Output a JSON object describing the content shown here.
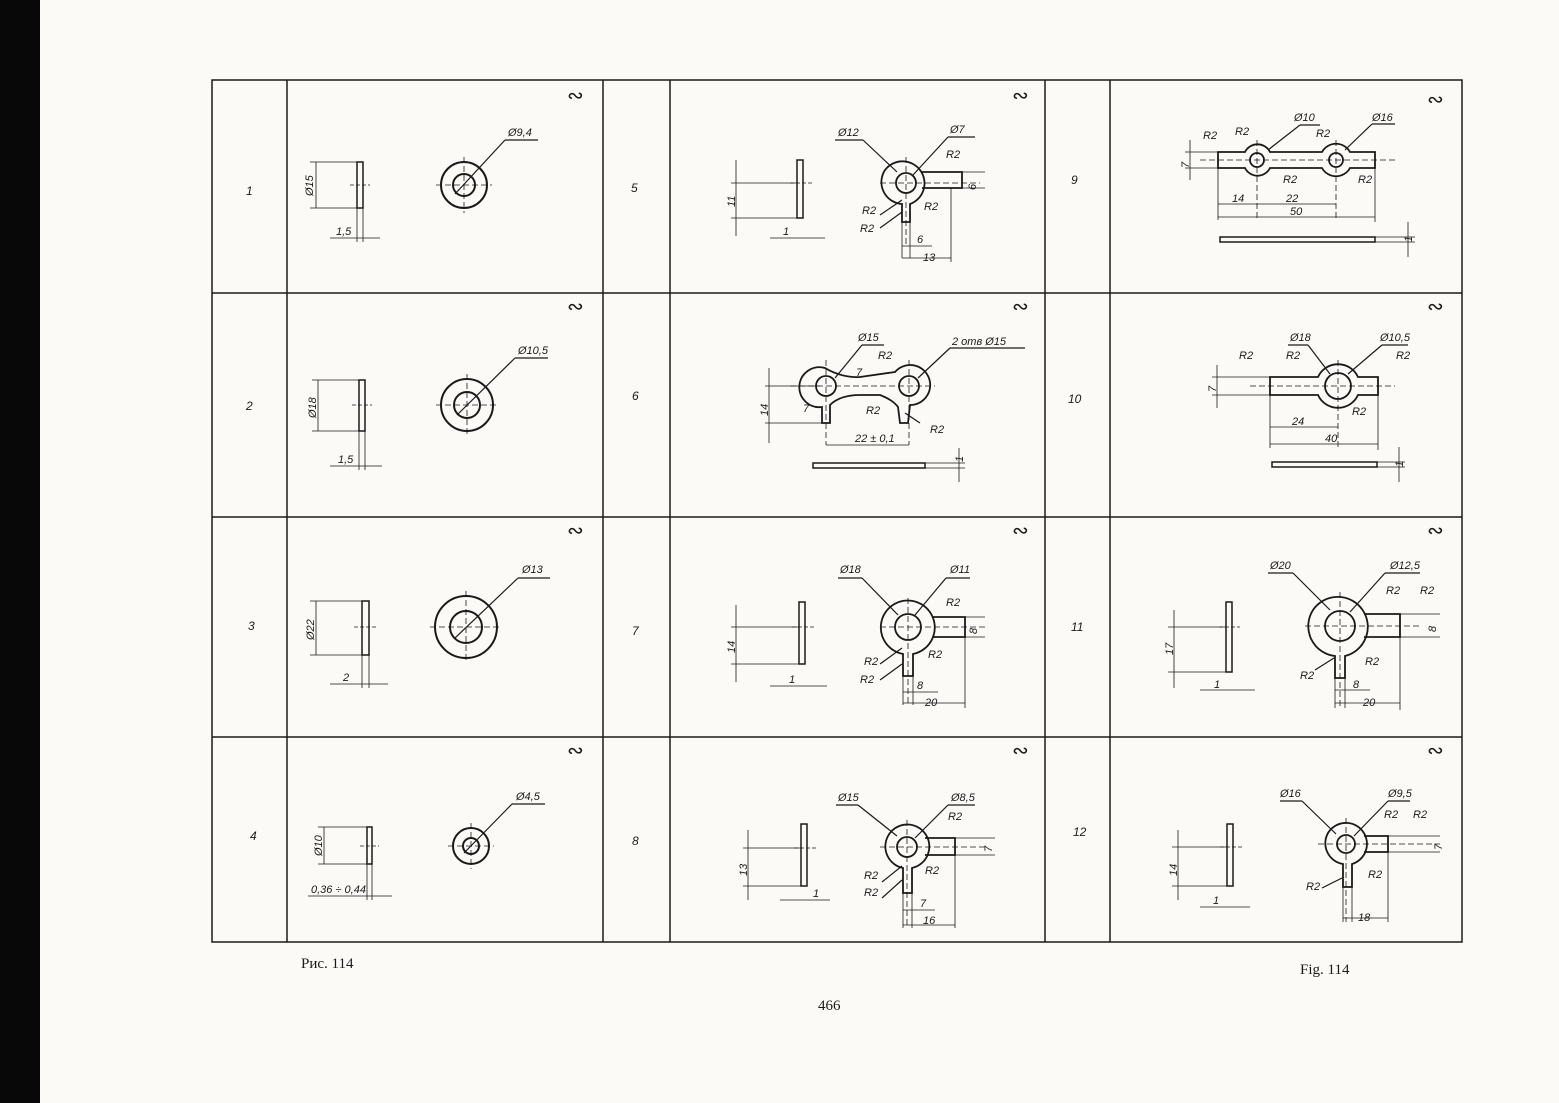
{
  "caption_left": "Рис. 114",
  "caption_right": "Fig. 114",
  "page_number": "466",
  "roughness_symbol": "∾",
  "items": [
    {
      "number": "1",
      "dims": [
        "Ø9,4",
        "Ø15",
        "1,5"
      ]
    },
    {
      "number": "2",
      "dims": [
        "Ø10,5",
        "Ø18",
        "1,5"
      ]
    },
    {
      "number": "3",
      "dims": [
        "Ø13",
        "Ø22",
        "2"
      ]
    },
    {
      "number": "4",
      "dims": [
        "Ø4,5",
        "Ø10",
        "0,36 ÷ 0,44"
      ]
    },
    {
      "number": "5",
      "dims": [
        "Ø12",
        "Ø7",
        "R2",
        "6",
        "11",
        "1",
        "R2",
        "R2",
        "R2",
        "6",
        "13"
      ]
    },
    {
      "number": "6",
      "dims": [
        "Ø15",
        "2 отв Ø15",
        "R2",
        "7",
        "14",
        "7",
        "R2",
        "R2",
        "22 ± 0,1",
        "1"
      ]
    },
    {
      "number": "7",
      "dims": [
        "Ø18",
        "Ø11",
        "R2",
        "8",
        "14",
        "1",
        "R2",
        "R2",
        "R2",
        "8",
        "20"
      ]
    },
    {
      "number": "8",
      "dims": [
        "Ø15",
        "Ø8,5",
        "R2",
        "7",
        "13",
        "1",
        "R2",
        "R2",
        "R2",
        "7",
        "16"
      ]
    },
    {
      "number": "9",
      "dims": [
        "Ø10",
        "Ø16",
        "R2",
        "R2",
        "R2",
        "7",
        "R2",
        "R2",
        "14",
        "22",
        "50",
        "1"
      ]
    },
    {
      "number": "10",
      "dims": [
        "Ø18",
        "Ø10,5",
        "R2",
        "R2",
        "R2",
        "7",
        "R2",
        "24",
        "40",
        "1"
      ]
    },
    {
      "number": "11",
      "dims": [
        "Ø20",
        "Ø12,5",
        "R2",
        "R2",
        "8",
        "17",
        "1",
        "R2",
        "R2",
        "8",
        "20"
      ]
    },
    {
      "number": "12",
      "dims": [
        "Ø16",
        "Ø9,5",
        "R2",
        "R2",
        "7",
        "14",
        "1",
        "R2",
        "R2",
        "18"
      ]
    }
  ]
}
